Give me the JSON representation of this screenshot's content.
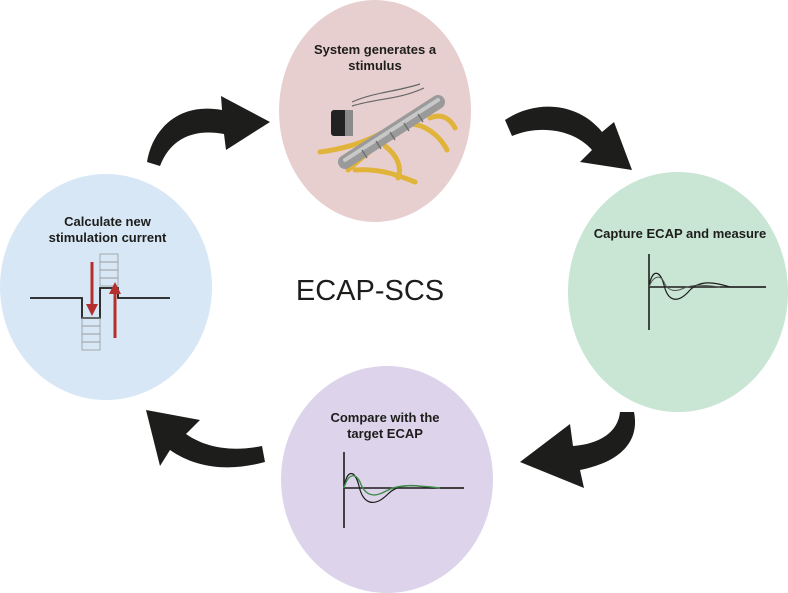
{
  "diagram": {
    "center_title": "ECAP-SCS",
    "colors": {
      "stimulus_circle": "#e8cfcf",
      "capture_circle": "#c9e5d4",
      "compare_circle": "#ddd3ea",
      "calculate_circle": "#d7e7f5",
      "arrow": "#1d1d1b",
      "trace_primary": "#333333",
      "trace_target": "#3f8f4a",
      "current_arrow": "#b4302f",
      "lead_body": "#9a9a9a",
      "nerve_fibers": "#e0b33a"
    },
    "nodes": [
      {
        "id": "stimulus",
        "lines": [
          "System generates a",
          "stimulus"
        ],
        "icon": "spinal-lead-icon"
      },
      {
        "id": "capture",
        "lines": [
          "Capture ECAP and measure"
        ],
        "icon": "ecap-trace-icon"
      },
      {
        "id": "compare",
        "lines": [
          "Compare with the",
          "target ECAP"
        ],
        "icon": "ecap-compare-icon"
      },
      {
        "id": "calculate",
        "lines": [
          "Calculate new",
          "stimulation current"
        ],
        "icon": "current-adjust-icon"
      }
    ],
    "arrows": [
      {
        "from": "calculate",
        "to": "stimulus"
      },
      {
        "from": "stimulus",
        "to": "capture"
      },
      {
        "from": "capture",
        "to": "compare"
      },
      {
        "from": "compare",
        "to": "calculate"
      }
    ]
  }
}
